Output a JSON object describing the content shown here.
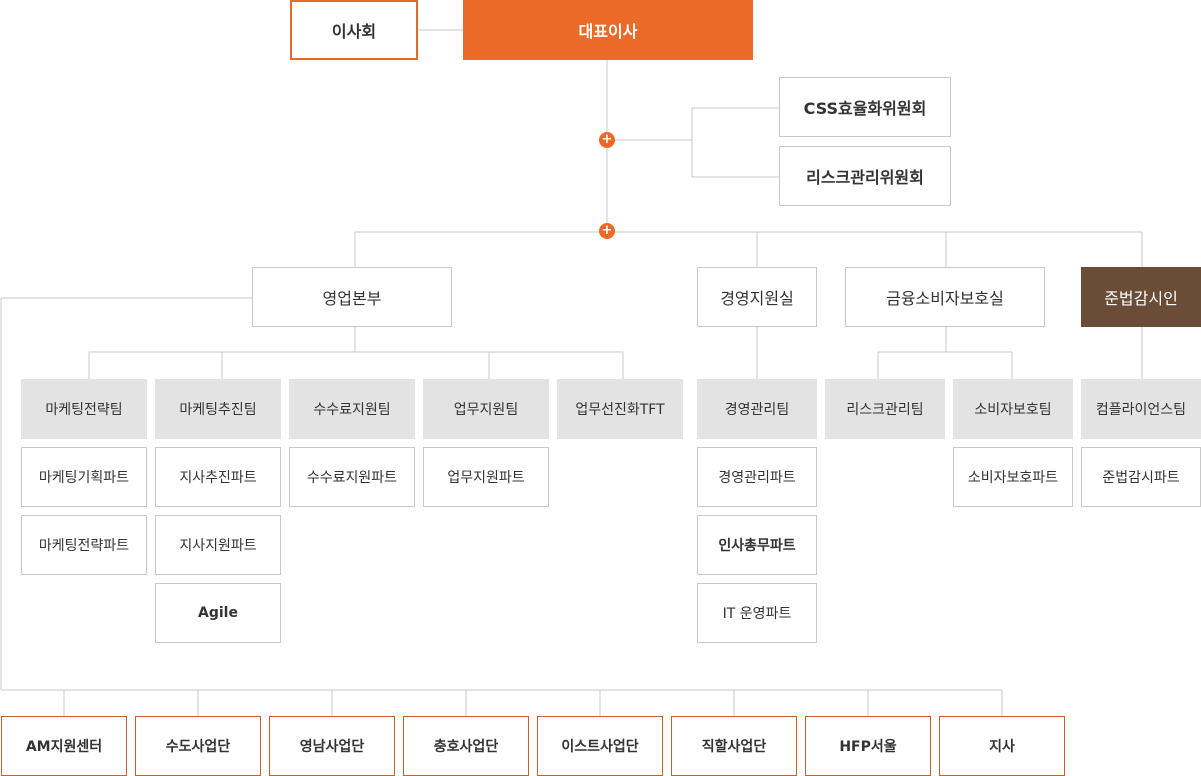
{
  "top": {
    "board": "이사회",
    "ceo": "대표이사"
  },
  "committees": [
    "CSS효율화위원회",
    "리스크관리위원회"
  ],
  "departments": {
    "sales": "영업본부",
    "management": "경영지원실",
    "consumer": "금융소비자보호실",
    "compliance": "준법감시인"
  },
  "teams": {
    "t1": "마케팅전략팀",
    "t2": "마케팅추진팀",
    "t3": "수수료지원팀",
    "t4": "업무지원팀",
    "t5": "업무선진화TFT",
    "t6": "경영관리팀",
    "t7": "리스크관리팀",
    "t8": "소비자보호팀",
    "t9": "컴플라이언스팀"
  },
  "parts": {
    "p1a": "마케팅기획파트",
    "p1b": "마케팅전략파트",
    "p2a": "지사추진파트",
    "p2b": "지사지원파트",
    "p2c": "Agile",
    "p3a": "수수료지원파트",
    "p4a": "업무지원파트",
    "p6a": "경영관리파트",
    "p6b": "인사총무파트",
    "p6c": "IT 운영파트",
    "p8a": "소비자보호파트",
    "p9a": "준법감시파트"
  },
  "branches": [
    "AM지원센터",
    "수도사업단",
    "영남사업단",
    "충호사업단",
    "이스트사업단",
    "직할사업단",
    "HFP서울",
    "지사"
  ],
  "icons": {
    "expand": "+"
  },
  "colors": {
    "accent": "#ec6a27",
    "officer": "#6a4c37",
    "team_bg": "#e3e3e3",
    "line": "#c8c8c8"
  }
}
